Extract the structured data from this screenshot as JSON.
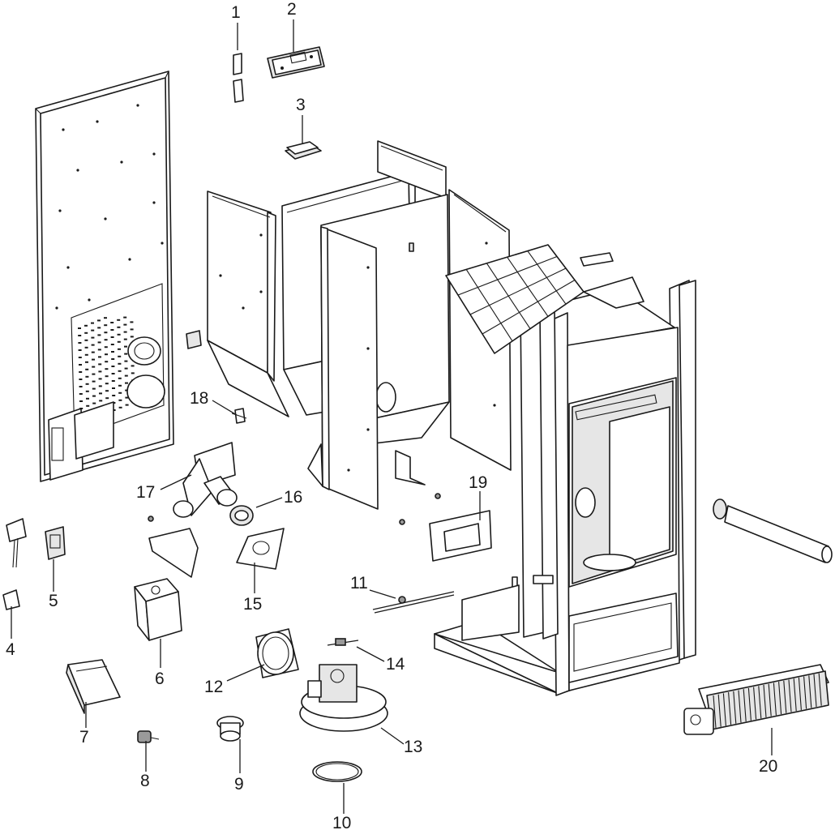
{
  "callouts": [
    {
      "id": "c1",
      "text": "1"
    },
    {
      "id": "c2",
      "text": "2"
    },
    {
      "id": "c3",
      "text": "3"
    },
    {
      "id": "c4",
      "text": "4"
    },
    {
      "id": "c5",
      "text": "5"
    },
    {
      "id": "c6",
      "text": "6"
    },
    {
      "id": "c7",
      "text": "7"
    },
    {
      "id": "c8",
      "text": "8"
    },
    {
      "id": "c9",
      "text": "9"
    },
    {
      "id": "c10",
      "text": "10"
    },
    {
      "id": "c11",
      "text": "11"
    },
    {
      "id": "c12",
      "text": "12"
    },
    {
      "id": "c13",
      "text": "13"
    },
    {
      "id": "c14",
      "text": "14"
    },
    {
      "id": "c15",
      "text": "15"
    },
    {
      "id": "c16",
      "text": "16"
    },
    {
      "id": "c17",
      "text": "17"
    },
    {
      "id": "c18",
      "text": "18"
    },
    {
      "id": "c19",
      "text": "19"
    },
    {
      "id": "c20",
      "text": "20"
    }
  ]
}
